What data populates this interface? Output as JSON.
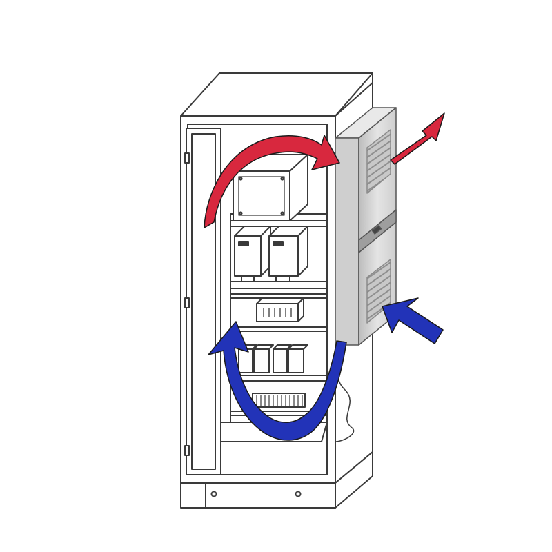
{
  "diagram": {
    "subject": "cabinet-with-side-mounted-cooling-unit",
    "colors": {
      "background": "#ffffff",
      "outline": "#3a3a3a",
      "cooling_unit": "#d9d9d9",
      "cooling_unit_dark": "#a9a9a9",
      "warm_air": "#d8283e",
      "cool_air": "#2233b8"
    },
    "flows": [
      {
        "id": "warm-air-internal",
        "kind": "warm",
        "icon": "curved-arrow-icon"
      },
      {
        "id": "warm-air-exhaust",
        "kind": "warm",
        "icon": "straight-arrow-icon"
      },
      {
        "id": "cool-air-intake",
        "kind": "cool",
        "icon": "straight-arrow-icon"
      },
      {
        "id": "cool-air-internal",
        "kind": "cool",
        "icon": "curved-arrow-icon"
      }
    ],
    "components": [
      "enclosure-box",
      "power-supply",
      "power-supply",
      "terminal-block",
      "relay",
      "relay",
      "relay",
      "relay",
      "terminal-strip",
      "mounting-rails"
    ]
  }
}
